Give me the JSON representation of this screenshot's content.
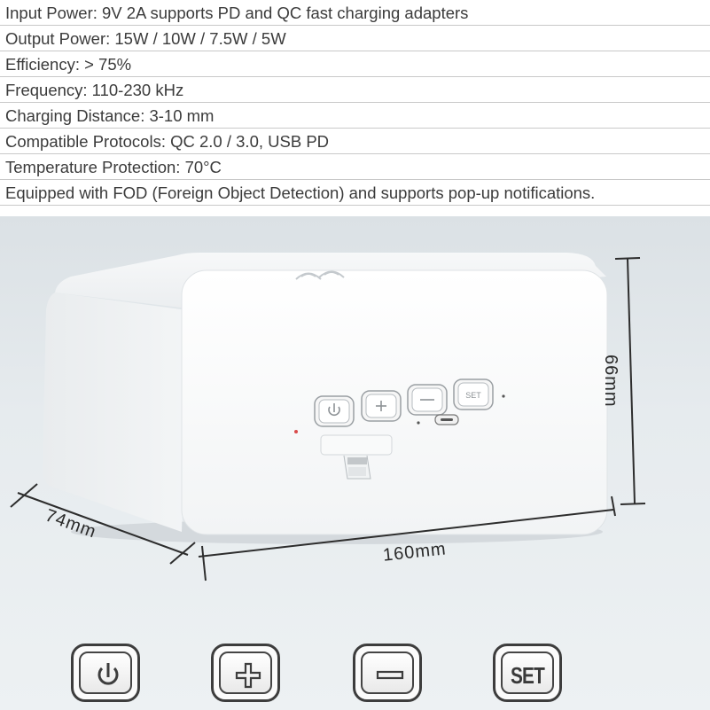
{
  "specs": [
    "Input Power: 9V 2A supports PD and QC fast charging adapters",
    "Output Power: 15W / 10W / 7.5W / 5W",
    "Efficiency: > 75%",
    "Frequency: 110-230 kHz",
    "Charging Distance: 3-10 mm",
    "Compatible Protocols: QC 2.0 / 3.0, USB PD",
    "Temperature Protection: 70°C",
    "Equipped with FOD (Foreign Object Detection) and supports pop-up notifications."
  ],
  "dimensions": {
    "height": "66mm",
    "width": "160mm",
    "depth": "74mm"
  },
  "buttons": {
    "power": "power-icon",
    "plus": "plus-icon",
    "minus": "minus-icon",
    "set": "SET"
  }
}
